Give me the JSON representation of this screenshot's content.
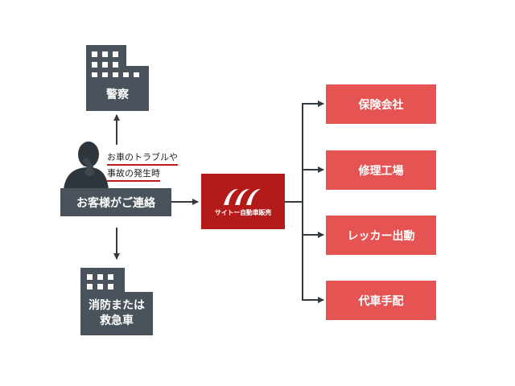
{
  "police": {
    "label": "警察"
  },
  "fire": {
    "label_line1": "消防または",
    "label_line2": "救急車"
  },
  "trouble": {
    "line1": "お車のトラブルや",
    "line2": "事故の発生時"
  },
  "customer": {
    "label": "お客様がご連絡"
  },
  "company": {
    "name": "サイトー自動車販売"
  },
  "destinations": [
    {
      "label": "保険会社"
    },
    {
      "label": "修理工場"
    },
    {
      "label": "レッカー出動"
    },
    {
      "label": "代車手配"
    }
  ],
  "colors": {
    "dark_box": "#4a535b",
    "company_red": "#b31b1b",
    "destination_red": "#e55353",
    "arrow": "#333a40",
    "underline_red": "#c21b1b"
  }
}
